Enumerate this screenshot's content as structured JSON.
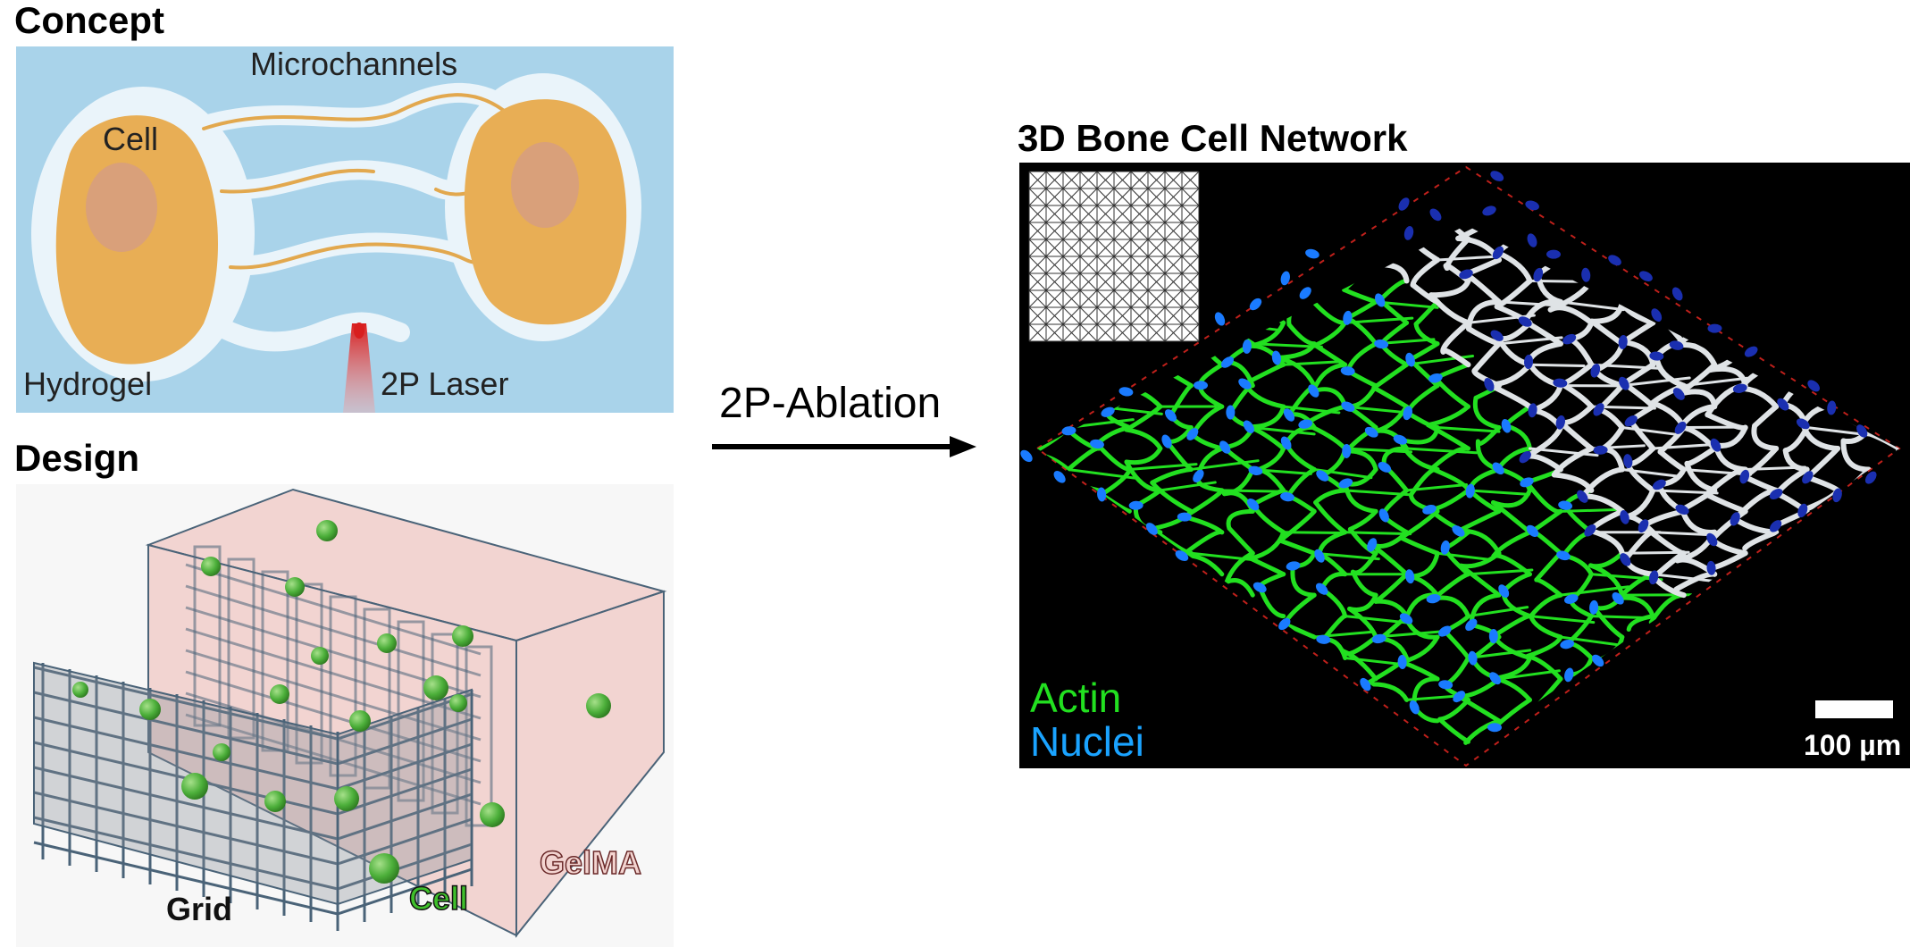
{
  "concept": {
    "title": "Concept",
    "labels": {
      "microchannels": "Microchannels",
      "cell": "Cell",
      "hydrogel": "Hydrogel",
      "laser": "2P Laser"
    }
  },
  "design": {
    "title": "Design",
    "labels": {
      "grid": "Grid",
      "cell": "Cell",
      "gelma": "GelMA"
    }
  },
  "process": {
    "label": "2P-Ablation"
  },
  "network": {
    "title": "3D Bone Cell Network",
    "legend": {
      "actin": "Actin",
      "nuclei": "Nuclei"
    },
    "scale_bar": "100 µm"
  },
  "colors": {
    "panel_blue": "#a9d3ea",
    "cell_orange": "#e8ae55",
    "nucleus": "#d9a07a",
    "actin_green": "#22e020",
    "nuclei_blue": "#1aa3ff",
    "gelma_pink": "#f0c8c4",
    "grid_steel": "#4a6378",
    "sphere_green": "#4caf3a"
  }
}
